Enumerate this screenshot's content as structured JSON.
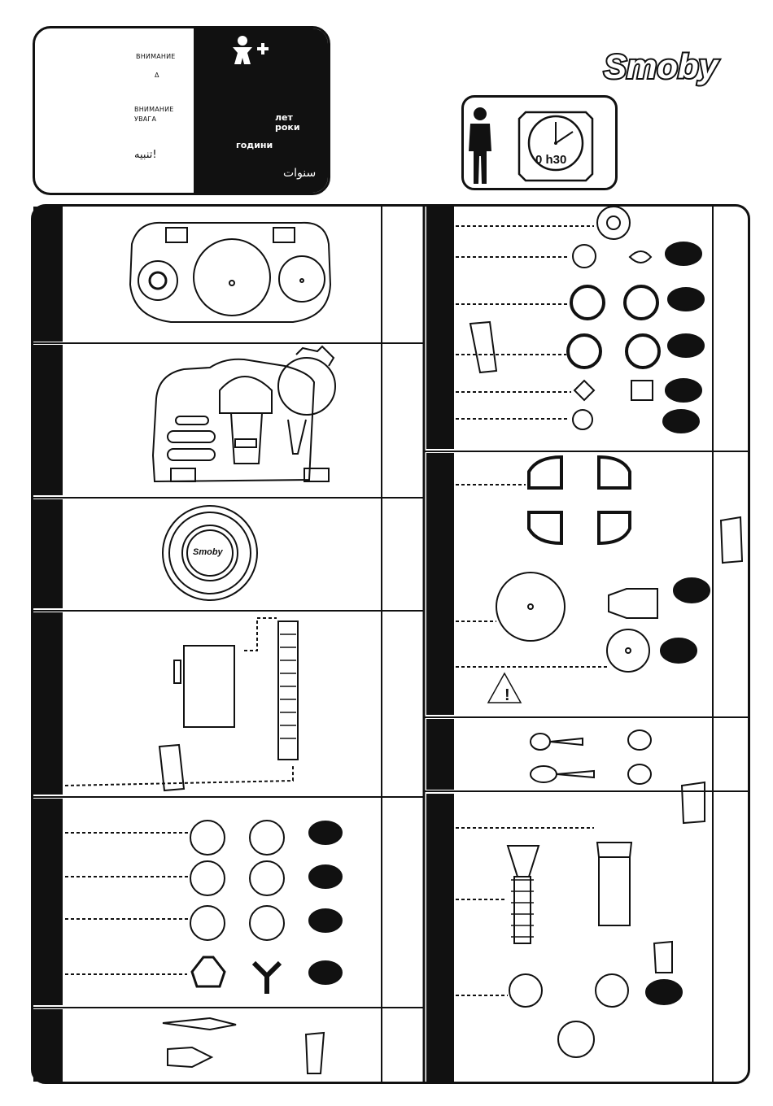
{
  "warning": {
    "line1": "ВНИМАНИЕ",
    "line2": "Δ",
    "line3": "ВНИМАНИЕ",
    "line4": "УВАГА",
    "arabic_left": "تنبيه!",
    "age_icon": "child-plus-icon",
    "age_line1": "лет",
    "age_line2": "роки",
    "age_line3": "години",
    "age_arabic": "سنوات"
  },
  "brand": {
    "logo_text": "Smoby"
  },
  "assembly": {
    "adult_icon": "adult-person-icon",
    "clock_icon": "clock-icon",
    "duration": "0 h30"
  },
  "disc_logo": "Smoby",
  "colors": {
    "ink": "#111111",
    "paper": "#ffffff"
  }
}
